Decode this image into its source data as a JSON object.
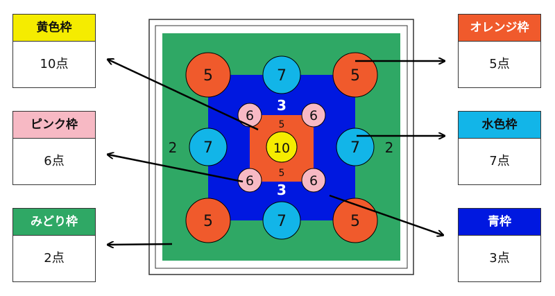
{
  "legend": {
    "yellow": {
      "label": "黄色枠",
      "value": "10点",
      "color": "#f5ec00",
      "text_color": "#111111"
    },
    "pink": {
      "label": "ピンク枠",
      "value": "6点",
      "color": "#f7b9c4",
      "text_color": "#111111"
    },
    "green": {
      "label": "みどり枠",
      "value": "2点",
      "color": "#2fa865",
      "text_color": "#ffffff"
    },
    "orange": {
      "label": "オレンジ枠",
      "value": "5点",
      "color": "#f05a2c",
      "text_color": "#ffffff"
    },
    "cyan": {
      "label": "水色枠",
      "value": "7点",
      "color": "#12b5e8",
      "text_color": "#111111"
    },
    "blue": {
      "label": "青枠",
      "value": "3点",
      "color": "#0018e0",
      "text_color": "#ffffff"
    }
  },
  "board": {
    "green_label_left": "2",
    "green_label_right": "2",
    "blue_label_top": "3",
    "blue_label_bottom": "3",
    "orange_label_top": "5",
    "orange_label_bottom": "5",
    "center": "10",
    "corners": [
      "5",
      "5",
      "5",
      "5"
    ],
    "cyan": [
      "7",
      "7",
      "7",
      "7"
    ],
    "pink": [
      "6",
      "6",
      "6",
      "6"
    ]
  },
  "colors": {
    "green": "#2fa865",
    "blue": "#0018e0",
    "orange": "#f05a2c",
    "yellow": "#f5ec00",
    "cyan": "#12b5e8",
    "pink": "#f7b9c4"
  }
}
